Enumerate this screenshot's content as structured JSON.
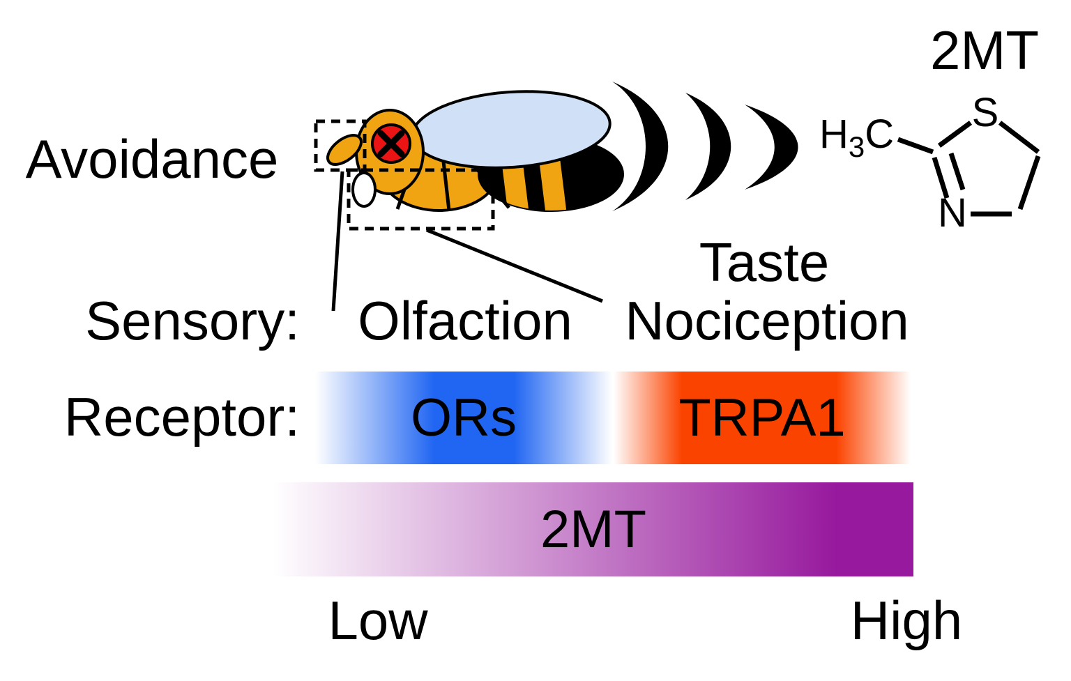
{
  "header": {
    "avoidance": "Avoidance",
    "compound_title": "2MT"
  },
  "fly_annotations": {
    "taste": "Taste",
    "nociception": "Nociception"
  },
  "sensory_row": {
    "label": "Sensory:",
    "olfaction": "Olfaction"
  },
  "receptor_row": {
    "label": "Receptor:",
    "or_label": "ORs",
    "trpa1_label": "TRPA1"
  },
  "concentration_bar": {
    "label": "2MT",
    "low": "Low",
    "high": "High"
  },
  "chemical_structure": {
    "compound": "2MT",
    "sulfur": "S",
    "nitrogen": "N",
    "methyl_h": "H",
    "methyl_sub": "3",
    "methyl_c": "C"
  },
  "colors": {
    "or_receptor_blue": "#2166f2",
    "trpa1_orange": "#fb4300",
    "concentration_purple": "#97199d",
    "fly_body_orange": "#f0a412",
    "fly_eye_red": "#eb1414",
    "fly_wing_blue": "#d0e0f6",
    "text_black": "#000000"
  }
}
